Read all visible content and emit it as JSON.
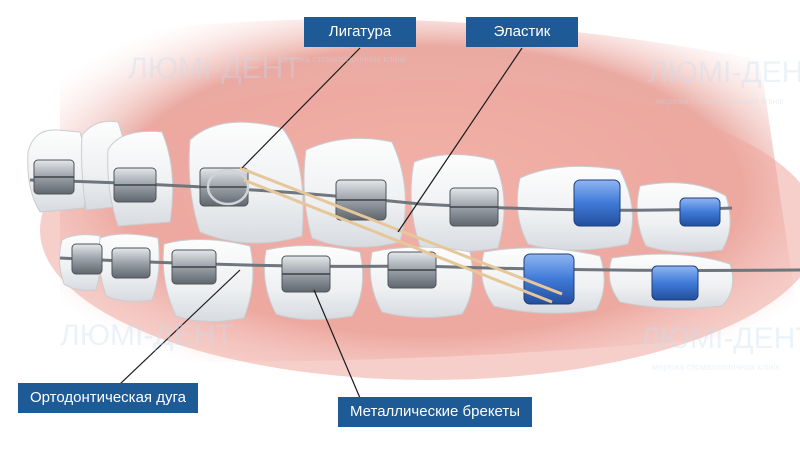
{
  "labels": {
    "ligature": "Лигатура",
    "elastic": "Эластик",
    "archwire": "Ортодонтическая дуга",
    "metal_brackets": "Металлические брекеты"
  },
  "watermark": {
    "brand": "ЛЮМІ-ДЕНТ",
    "tagline": "мережа стоматологічних клінік"
  },
  "colors": {
    "label_bg": "#1d5a96",
    "gum": "#e8a6a0",
    "elastic": "#e6c79a",
    "metal_bracket": "#a9afb6",
    "blue_bracket": "#3f7ad8"
  },
  "bracket_groups": {
    "metal": "metal-brackets",
    "ceramic_blue": "blue-brackets"
  }
}
